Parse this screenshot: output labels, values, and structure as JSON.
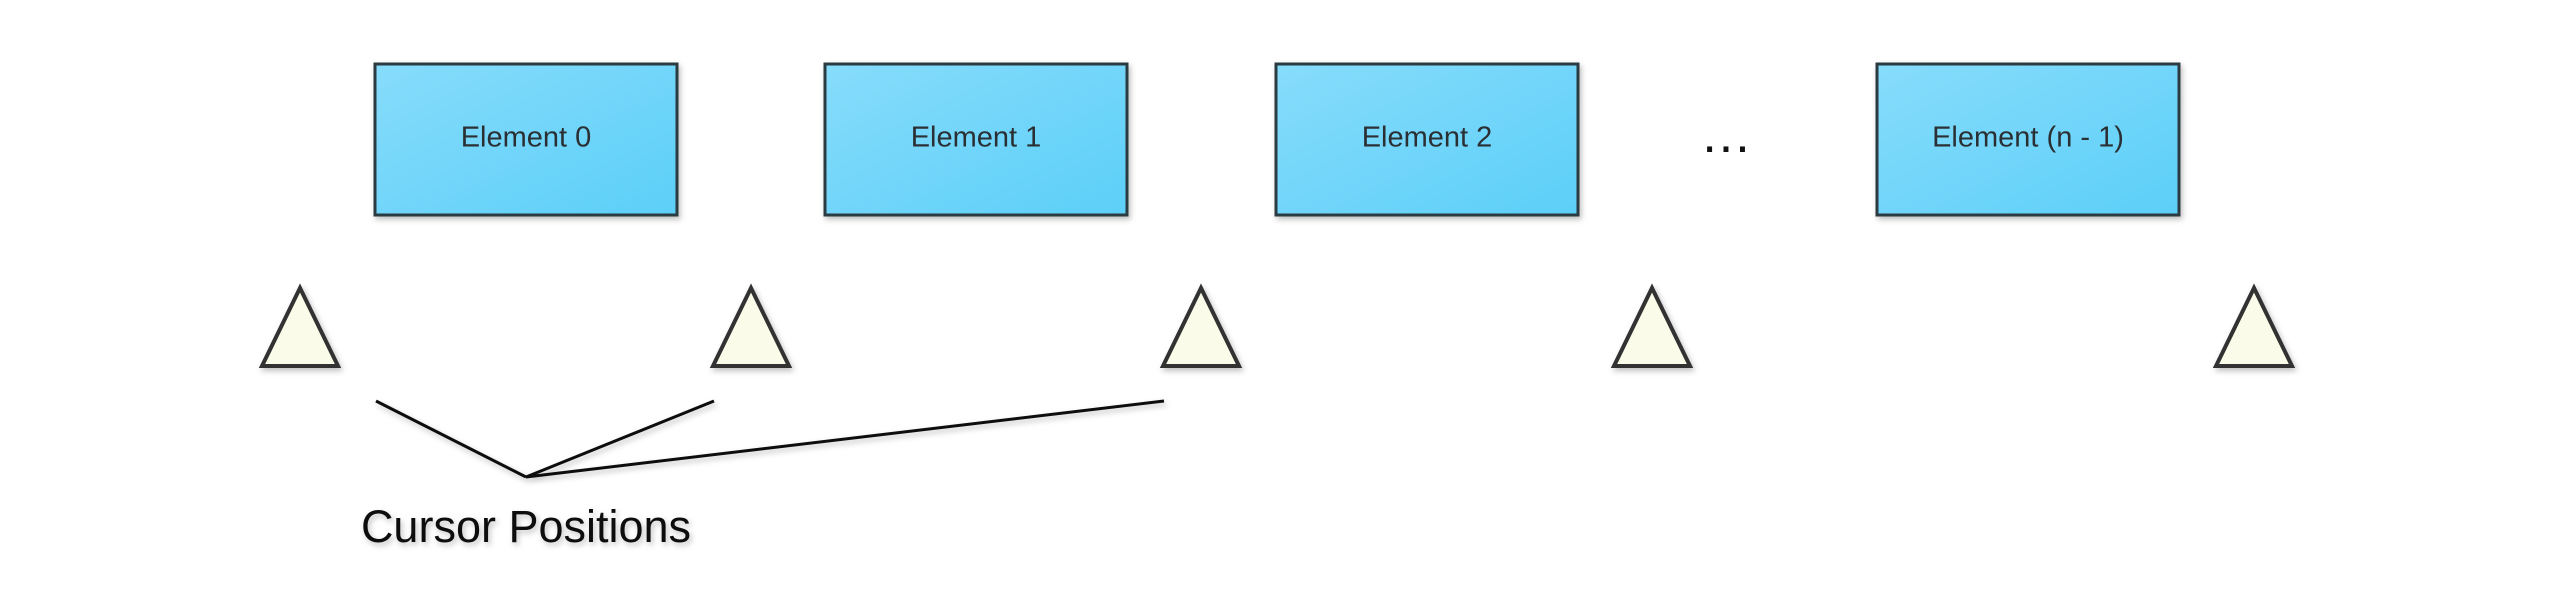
{
  "elements": [
    {
      "label": "Element 0"
    },
    {
      "label": "Element 1"
    },
    {
      "label": "Element 2"
    },
    {
      "label": "Element (n - 1)"
    }
  ],
  "ellipsis": "...",
  "caption": "Cursor Positions",
  "colors": {
    "box_fill_light": "#87dcfb",
    "box_fill_dark": "#5ccff8",
    "box_stroke": "#2b3a42",
    "marker_fill": "#fbfbe9",
    "marker_stroke": "#333333",
    "line_color": "#111111"
  },
  "icons": {
    "cursor_marker": "triangle-up-icon"
  }
}
